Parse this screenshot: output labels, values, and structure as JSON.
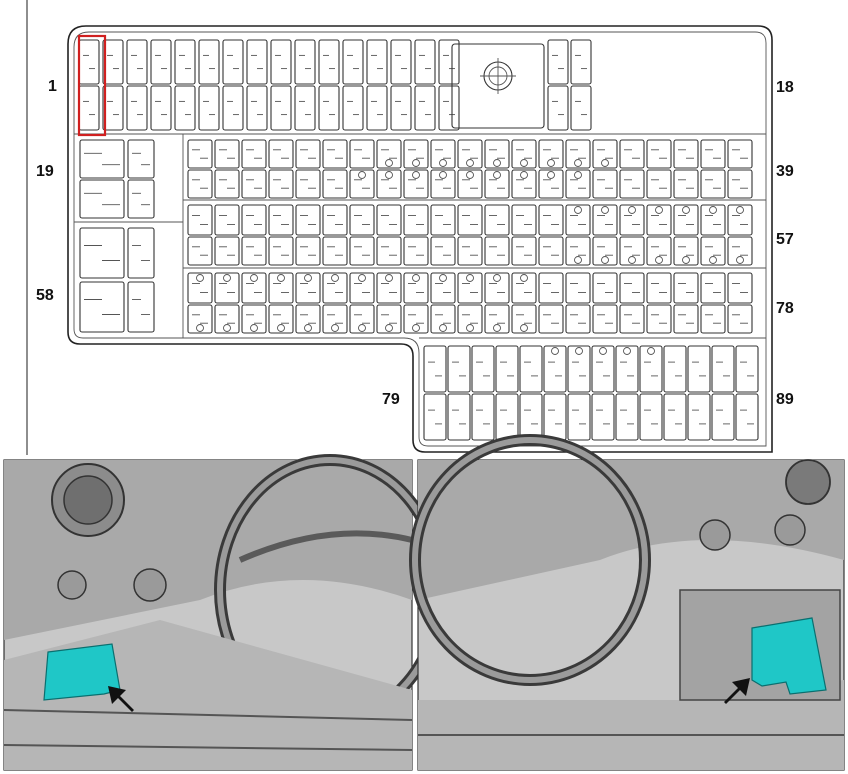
{
  "diagram": {
    "row_numbers": {
      "r1_left": "1",
      "r1_right": "18",
      "r2_left": "19",
      "r2_right": "39",
      "r3_right": "57",
      "r4_left": "58",
      "r4_right": "78",
      "r5_left": "79",
      "r5_right": "89"
    },
    "highlighted_position": "1",
    "colors": {
      "highlight": "#d02020",
      "fuse_box_location": "#1fc7c7",
      "line": "#222222"
    },
    "photo_panels": [
      {
        "name": "left-hand-drive-view",
        "arrow": "arrow-pointing-to-fuse-box"
      },
      {
        "name": "right-hand-drive-view",
        "arrow": "arrow-pointing-to-fuse-box"
      }
    ]
  }
}
